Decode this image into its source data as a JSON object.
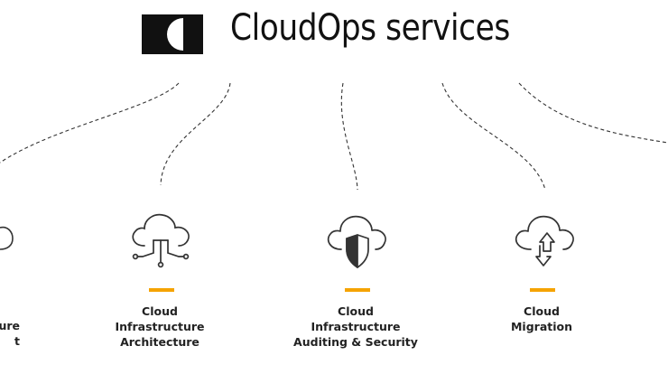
{
  "header": {
    "title": "CloudOps services",
    "logo_icon": "half-moon-logo-icon"
  },
  "accent_color": "#f5a300",
  "services": [
    {
      "icon": "cloud-partial-icon",
      "lines": [
        "ure",
        "t"
      ]
    },
    {
      "icon": "cloud-circuit-icon",
      "lines": [
        "Cloud",
        "Infrastructure",
        "Architecture"
      ]
    },
    {
      "icon": "cloud-shield-icon",
      "lines": [
        "Cloud",
        "Infrastructure",
        "Auditing & Security"
      ]
    },
    {
      "icon": "cloud-upload-download-icon",
      "lines": [
        "Cloud",
        "Migration"
      ]
    }
  ]
}
